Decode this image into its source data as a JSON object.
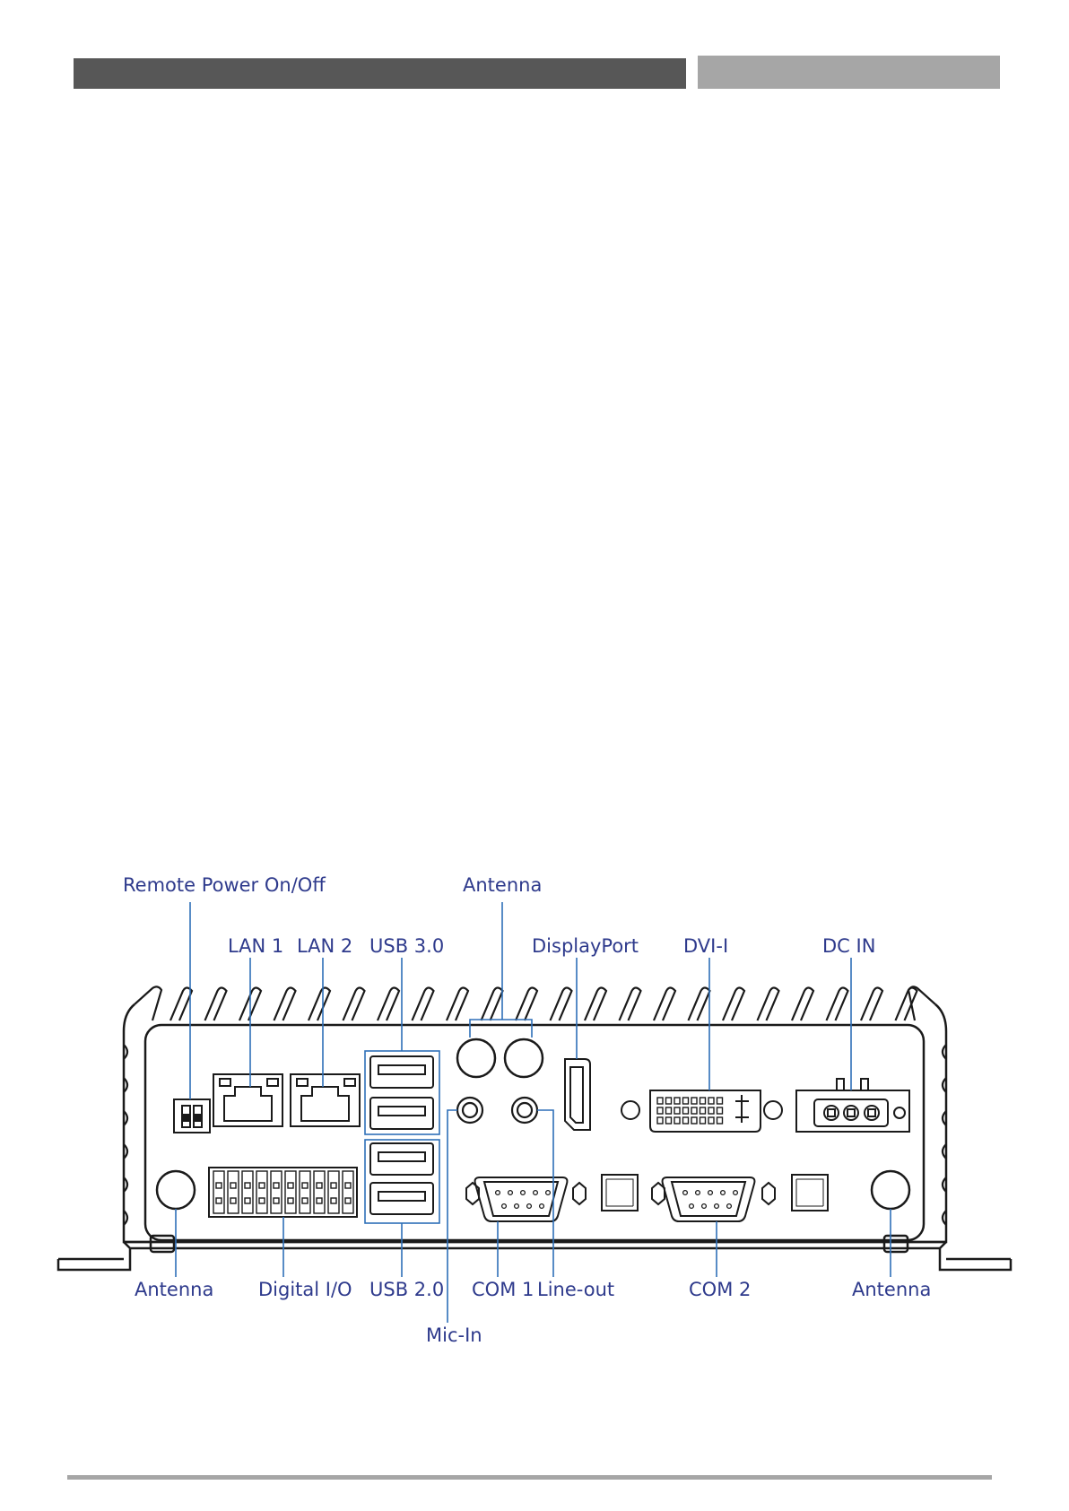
{
  "labels": {
    "remote_power": "Remote Power On/Off",
    "antenna_top": "Antenna",
    "lan1": "LAN 1",
    "lan2": "LAN 2",
    "usb3": "USB 3.0",
    "displayport": "DisplayPort",
    "dvi": "DVI-I",
    "dcin": "DC IN",
    "antenna_left": "Antenna",
    "digital_io": "Digital I/O",
    "usb2": "USB 2.0",
    "com1": "COM 1",
    "lineout": "Line-out",
    "com2": "COM 2",
    "antenna_right": "Antenna",
    "micin": "Mic-In"
  },
  "colors": {
    "header_dark": "#575757",
    "header_light": "#a6a6a6",
    "label_text": "#2e3a8c",
    "leader_line": "#2e6fb8",
    "device_outline": "#1a1a1a"
  }
}
